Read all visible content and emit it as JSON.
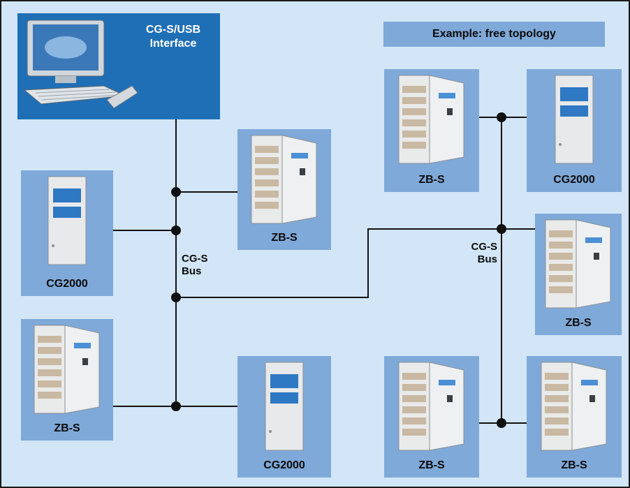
{
  "interface": {
    "label_line1": "CG-S/USB",
    "label_line2": "Interface"
  },
  "topology_title": "Example: free topology",
  "bus_labels": {
    "left": {
      "line1": "CG-S",
      "line2": "Bus"
    },
    "right": {
      "line1": "CG-S",
      "line2": "Bus"
    }
  },
  "devices": {
    "left_cg2000": "CG2000",
    "left_zbs": "ZB-S",
    "mid_zbs": "ZB-S",
    "mid_cg2000": "CG2000",
    "right_top_zbs": "ZB-S",
    "right_top_cg2000": "CG2000",
    "right_mid_zbs": "ZB-S",
    "right_bottom_zbs_left": "ZB-S",
    "right_bottom_zbs_right": "ZB-S"
  },
  "colors": {
    "background": "#d2e6f7",
    "interface_panel": "#1f6fb6",
    "device_panel": "#7fa9d8",
    "wire": "#111111"
  }
}
